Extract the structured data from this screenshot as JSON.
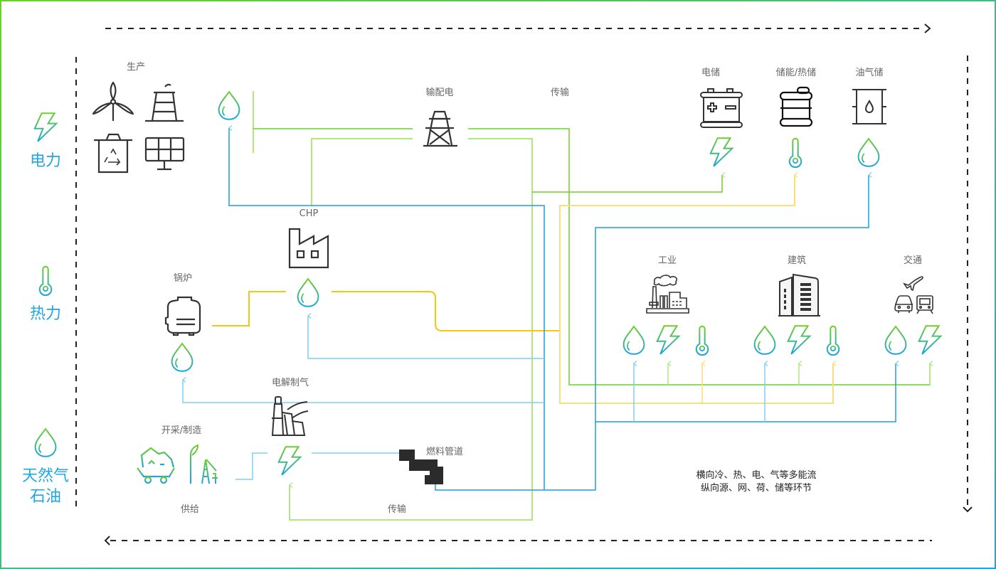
{
  "colors": {
    "electric": "#6fcf2a",
    "electric_light": "#b3e67f",
    "heat": "#f5c518",
    "heat_light": "#f9df7a",
    "gas": "#1a9fd8",
    "gas_light": "#7fd0f0",
    "icon_gradient_top": "#6fcf2a",
    "icon_gradient_bottom": "#1aa6e0",
    "legend_text": "#1fa8e0",
    "label_text": "#666666",
    "icon_stroke": "#333333"
  },
  "legend": [
    {
      "icon": "lightning-icon",
      "label": "电力"
    },
    {
      "icon": "thermometer-icon",
      "label": "热力"
    },
    {
      "icon": "droplet-icon",
      "label": "天然气\n石油",
      "lines": [
        "天然气",
        "石油"
      ]
    }
  ],
  "labels": {
    "production": "生产",
    "transmission_distribution": "输配电",
    "transmission_top": "传输",
    "electric_storage": "电储",
    "thermal_storage": "储能/热储",
    "oil_gas_storage": "油气储",
    "chp": "CHP",
    "boiler": "锅炉",
    "electrolysis": "电解制气",
    "mining_manufacturing": "开采/制造",
    "fuel_pipeline": "燃料管道",
    "supply": "供给",
    "transmission_bottom": "传输",
    "industry": "工业",
    "building": "建筑",
    "transport": "交通"
  },
  "note": {
    "line1": "横向冷、热、电、气等多能流",
    "line2": "纵向源、网、荷、储等环节"
  },
  "icons": {
    "production": [
      "wind-turbine-icon",
      "power-plant-tower-icon",
      "recycle-bin-icon",
      "solar-panel-icon"
    ],
    "grid": "transmission-tower-icon",
    "storage": [
      "battery-icon",
      "heat-tank-icon",
      "oil-barrel-icon"
    ],
    "consumers": [
      "factory-icon",
      "buildings-icon",
      "transport-icon"
    ]
  }
}
